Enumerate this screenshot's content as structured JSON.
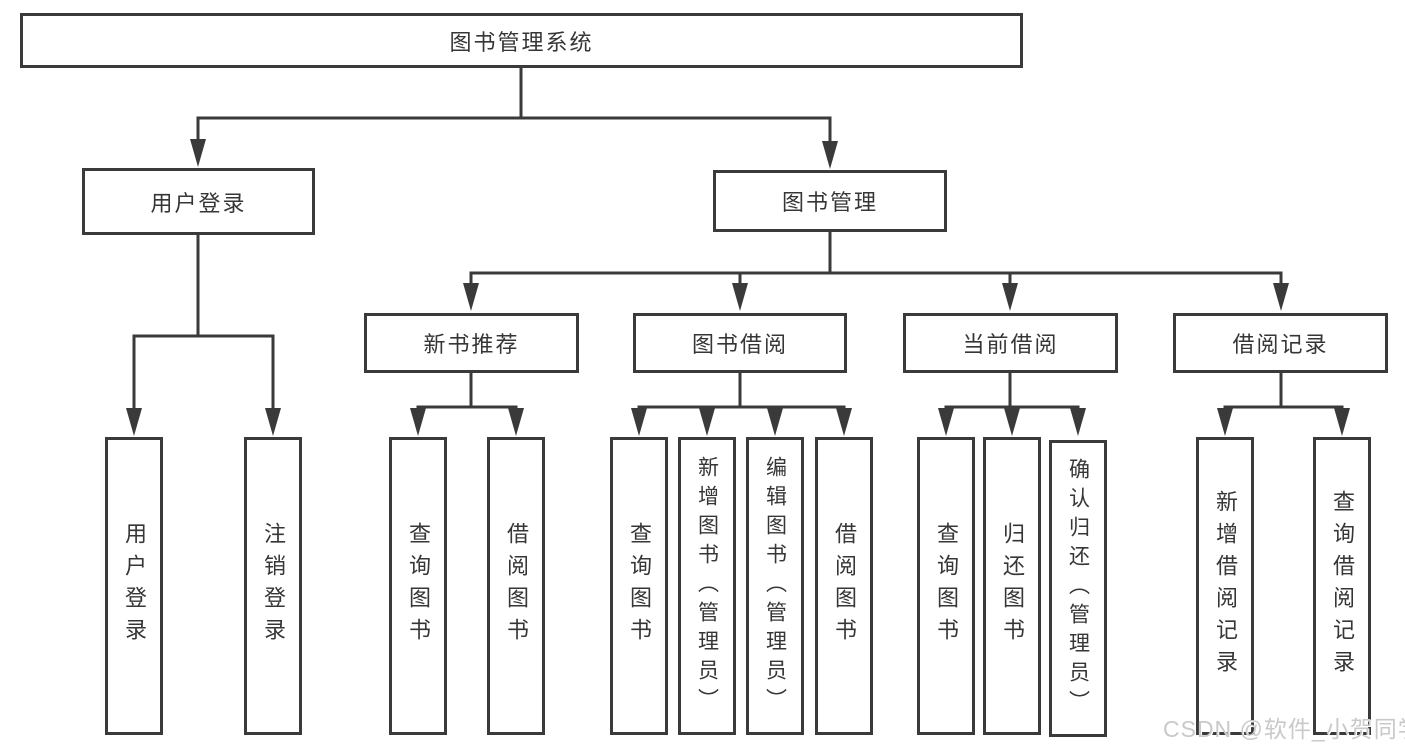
{
  "colors": {
    "line": "#3a3a3a",
    "box_border": "#3a3a3a",
    "text": "#363636",
    "watermark_text": "#c9c9c9",
    "background": "#ffffff"
  },
  "diagram": {
    "type": "hierarchy-tree",
    "root": {
      "label": "图书管理系统"
    },
    "branches": [
      {
        "label": "用户登录",
        "children": [
          {
            "label": "用户登录"
          },
          {
            "label": "注销登录"
          }
        ]
      },
      {
        "label": "图书管理",
        "children": [
          {
            "label": "新书推荐",
            "children": [
              {
                "label": "查询图书"
              },
              {
                "label": "借阅图书"
              }
            ]
          },
          {
            "label": "图书借阅",
            "children": [
              {
                "label": "查询图书"
              },
              {
                "label": "新增图书（管理员）"
              },
              {
                "label": "编辑图书（管理员）"
              },
              {
                "label": "借阅图书"
              }
            ]
          },
          {
            "label": "当前借阅",
            "children": [
              {
                "label": "查询图书"
              },
              {
                "label": "归还图书"
              },
              {
                "label": "确认归还（管理员）"
              }
            ]
          },
          {
            "label": "借阅记录",
            "children": [
              {
                "label": "新增借阅记录"
              },
              {
                "label": "查询借阅记录"
              }
            ]
          }
        ]
      }
    ]
  },
  "watermark": "CSDN @软件_小贺同学"
}
